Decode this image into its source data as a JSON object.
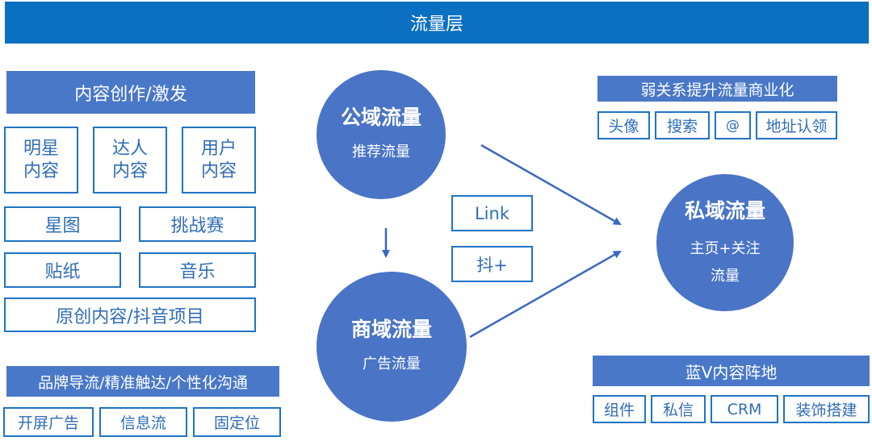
{
  "top_banner": "流量层",
  "left": {
    "header": "内容创作/激发",
    "row1": [
      "明星\n内容",
      "达人\n内容",
      "用户\n内容"
    ],
    "row2": [
      "星图",
      "挑战赛"
    ],
    "row3": [
      "贴纸",
      "音乐"
    ],
    "row4": "原创内容/抖音项目",
    "bottom_header": "品牌导流/精准触达/个性化沟通",
    "bottom_row": [
      "开屏广告",
      "信息流",
      "固定位"
    ]
  },
  "center": {
    "public_domain": {
      "title": "公域流量",
      "sub": "推荐流量"
    },
    "commerce_domain": {
      "title": "商域流量",
      "sub": "广告流量"
    },
    "link_box": "Link",
    "douplus_box": "抖+"
  },
  "right": {
    "header": "弱关系提升流量商业化",
    "top_row": [
      "头像",
      "搜索",
      "@",
      "地址认领"
    ],
    "private_domain": {
      "title": "私域流量",
      "sub_line1": "主页+关注",
      "sub_line2": "流量"
    },
    "bottom_header": "蓝V内容阵地",
    "bottom_row": [
      "组件",
      "私信",
      "CRM",
      "装饰搭建"
    ]
  },
  "colors": {
    "banner": "#0b6fc2",
    "header": "#4a78c8",
    "circle": "#4a74c6",
    "border": "#1f74c4",
    "text": "#2f6db7"
  }
}
